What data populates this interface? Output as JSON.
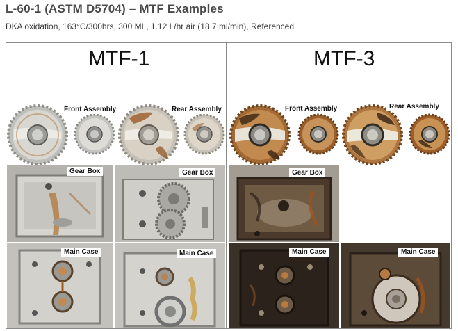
{
  "header": {
    "title": "L-60-1 (ASTM D5704) – MTF Examples",
    "subtitle": "DKA oxidation, 163°C/300hrs, 300 ML, 1.12 L/hr air (18.7 ml/min), Referenced"
  },
  "panels": {
    "mtf1": {
      "title": "MTF-1",
      "front_assembly": "Front Assembly",
      "rear_assembly": "Rear Assembly",
      "gear_box_left": "Gear Box",
      "gear_box_right": "Gear Box",
      "main_case_left": "Main Case",
      "main_case_right": "Main Case"
    },
    "mtf3": {
      "title": "MTF-3",
      "front_assembly": "Front Assembly",
      "rear_assembly": "Rear Assembly",
      "gear_box": "Gear Box",
      "main_case_left": "Main Case",
      "main_case_right": "Main Case"
    }
  },
  "colors": {
    "clean_metal": "#c9c9c6",
    "varnish": "#a0521c",
    "sludge": "#2b2118",
    "frame_border": "#8a8a8a"
  }
}
